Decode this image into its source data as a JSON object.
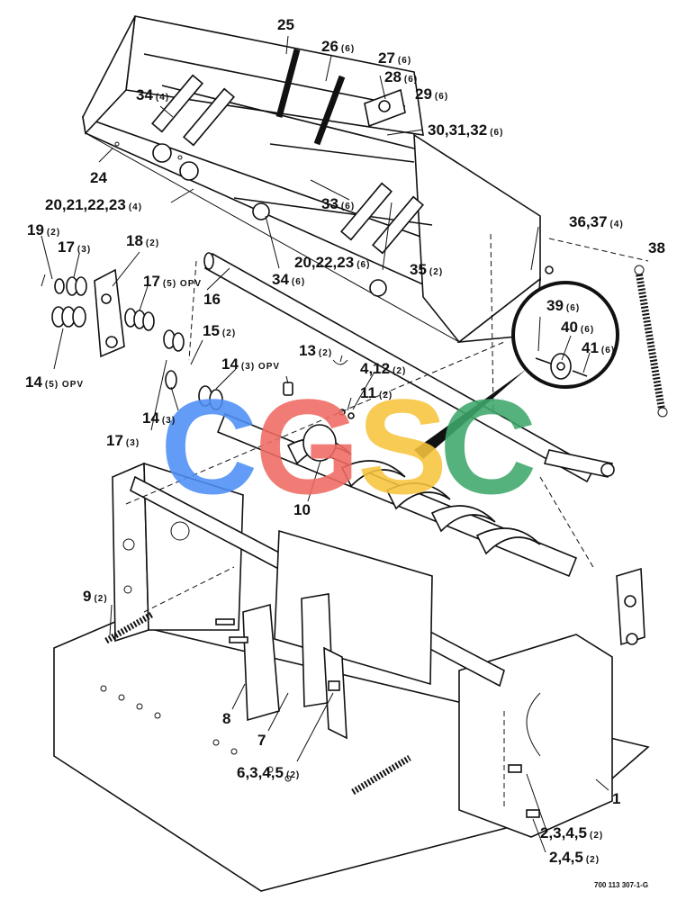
{
  "callouts": [
    {
      "id": "c25",
      "label": "25",
      "qty": ""
    },
    {
      "id": "c26",
      "label": "26",
      "qty": "(6)"
    },
    {
      "id": "c27",
      "label": "27",
      "qty": "(6)"
    },
    {
      "id": "c28",
      "label": "28",
      "qty": "(6)"
    },
    {
      "id": "c29",
      "label": "29",
      "qty": "(6)"
    },
    {
      "id": "c34a",
      "label": "34",
      "qty": "(4)"
    },
    {
      "id": "c30",
      "label": "30,31,32",
      "qty": "(6)"
    },
    {
      "id": "c24",
      "label": "24",
      "qty": ""
    },
    {
      "id": "c20a",
      "label": "20,21,22,23",
      "qty": "(4)"
    },
    {
      "id": "c33",
      "label": "33",
      "qty": "(6)"
    },
    {
      "id": "c36",
      "label": "36,37",
      "qty": "(4)"
    },
    {
      "id": "c38",
      "label": "38",
      "qty": ""
    },
    {
      "id": "c19",
      "label": "19",
      "qty": "(2)"
    },
    {
      "id": "c17a",
      "label": "17",
      "qty": "(3)"
    },
    {
      "id": "c18",
      "label": "18",
      "qty": "(2)"
    },
    {
      "id": "c20b",
      "label": "20,22,23",
      "qty": "(6)"
    },
    {
      "id": "c35",
      "label": "35",
      "qty": "(2)"
    },
    {
      "id": "c17b",
      "label": "17",
      "qty": "(5) OPV"
    },
    {
      "id": "c34b",
      "label": "34",
      "qty": "(6)"
    },
    {
      "id": "c16",
      "label": "16",
      "qty": ""
    },
    {
      "id": "c39",
      "label": "39",
      "qty": "(6)"
    },
    {
      "id": "c40",
      "label": "40",
      "qty": "(6)"
    },
    {
      "id": "c41",
      "label": "41",
      "qty": "(6)"
    },
    {
      "id": "c15",
      "label": "15",
      "qty": "(2)"
    },
    {
      "id": "c13",
      "label": "13",
      "qty": "(2)"
    },
    {
      "id": "c14a",
      "label": "14",
      "qty": "(5) OPV"
    },
    {
      "id": "c14b",
      "label": "14",
      "qty": "(3) OPV"
    },
    {
      "id": "c4",
      "label": "4,12",
      "qty": "(2)"
    },
    {
      "id": "c11",
      "label": "11",
      "qty": "(2)"
    },
    {
      "id": "c14c",
      "label": "14",
      "qty": "(3)"
    },
    {
      "id": "c17c",
      "label": "17",
      "qty": "(3)"
    },
    {
      "id": "c10",
      "label": "10",
      "qty": ""
    },
    {
      "id": "c9",
      "label": "9",
      "qty": "(2)"
    },
    {
      "id": "c8",
      "label": "8",
      "qty": ""
    },
    {
      "id": "c7",
      "label": "7",
      "qty": ""
    },
    {
      "id": "c6",
      "label": "6,3,4,5",
      "qty": "(2)"
    },
    {
      "id": "c1",
      "label": "1",
      "qty": ""
    },
    {
      "id": "c2a",
      "label": "2,3,4,5",
      "qty": "(2)"
    },
    {
      "id": "c2b",
      "label": "2,4,5",
      "qty": "(2)"
    }
  ],
  "drawing_number": "700 113 307-1-G",
  "watermark": {
    "letters": [
      "C",
      "G",
      "S",
      "C"
    ],
    "colors": [
      "#4d8ff5",
      "#ef6b63",
      "#f7c43d",
      "#3fa86b"
    ]
  }
}
